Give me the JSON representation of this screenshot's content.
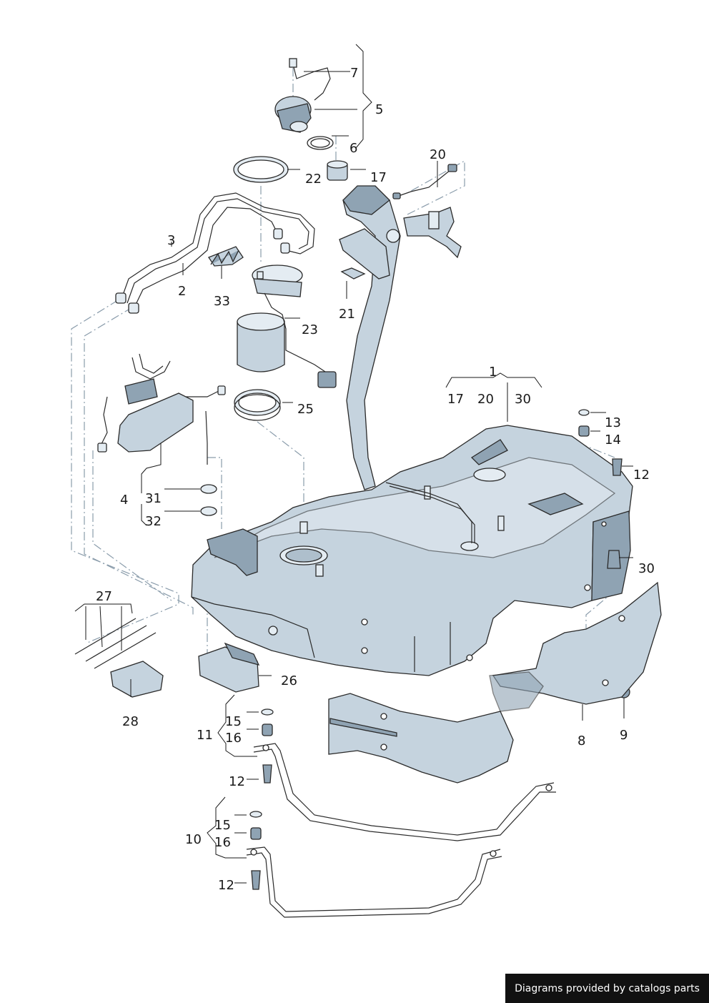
{
  "callouts": {
    "c1": "1",
    "c1a": "17",
    "c1b": "20",
    "c1c": "30",
    "c2": "2",
    "c3": "3",
    "c4": "4",
    "c5": "5",
    "c6": "6",
    "c7": "7",
    "c8": "8",
    "c9": "9",
    "c10": "10",
    "c11": "11",
    "c12a": "12",
    "c12b": "12",
    "c12c": "12",
    "c13": "13",
    "c14": "14",
    "c15a": "15",
    "c15b": "15",
    "c16a": "16",
    "c16b": "16",
    "c17": "17",
    "c20": "20",
    "c21": "21",
    "c22": "22",
    "c23": "23",
    "c25": "25",
    "c26": "26",
    "c27": "27",
    "c28": "28",
    "c30": "30",
    "c31": "31",
    "c32": "32",
    "c33": "33"
  },
  "footer": {
    "credit": "Diagrams provided by catalogs parts"
  },
  "colors": {
    "part_fill": "#c5d3de",
    "part_dark": "#8fa3b3",
    "dash_line": "#8a9cab",
    "footer_bg": "#111111"
  }
}
